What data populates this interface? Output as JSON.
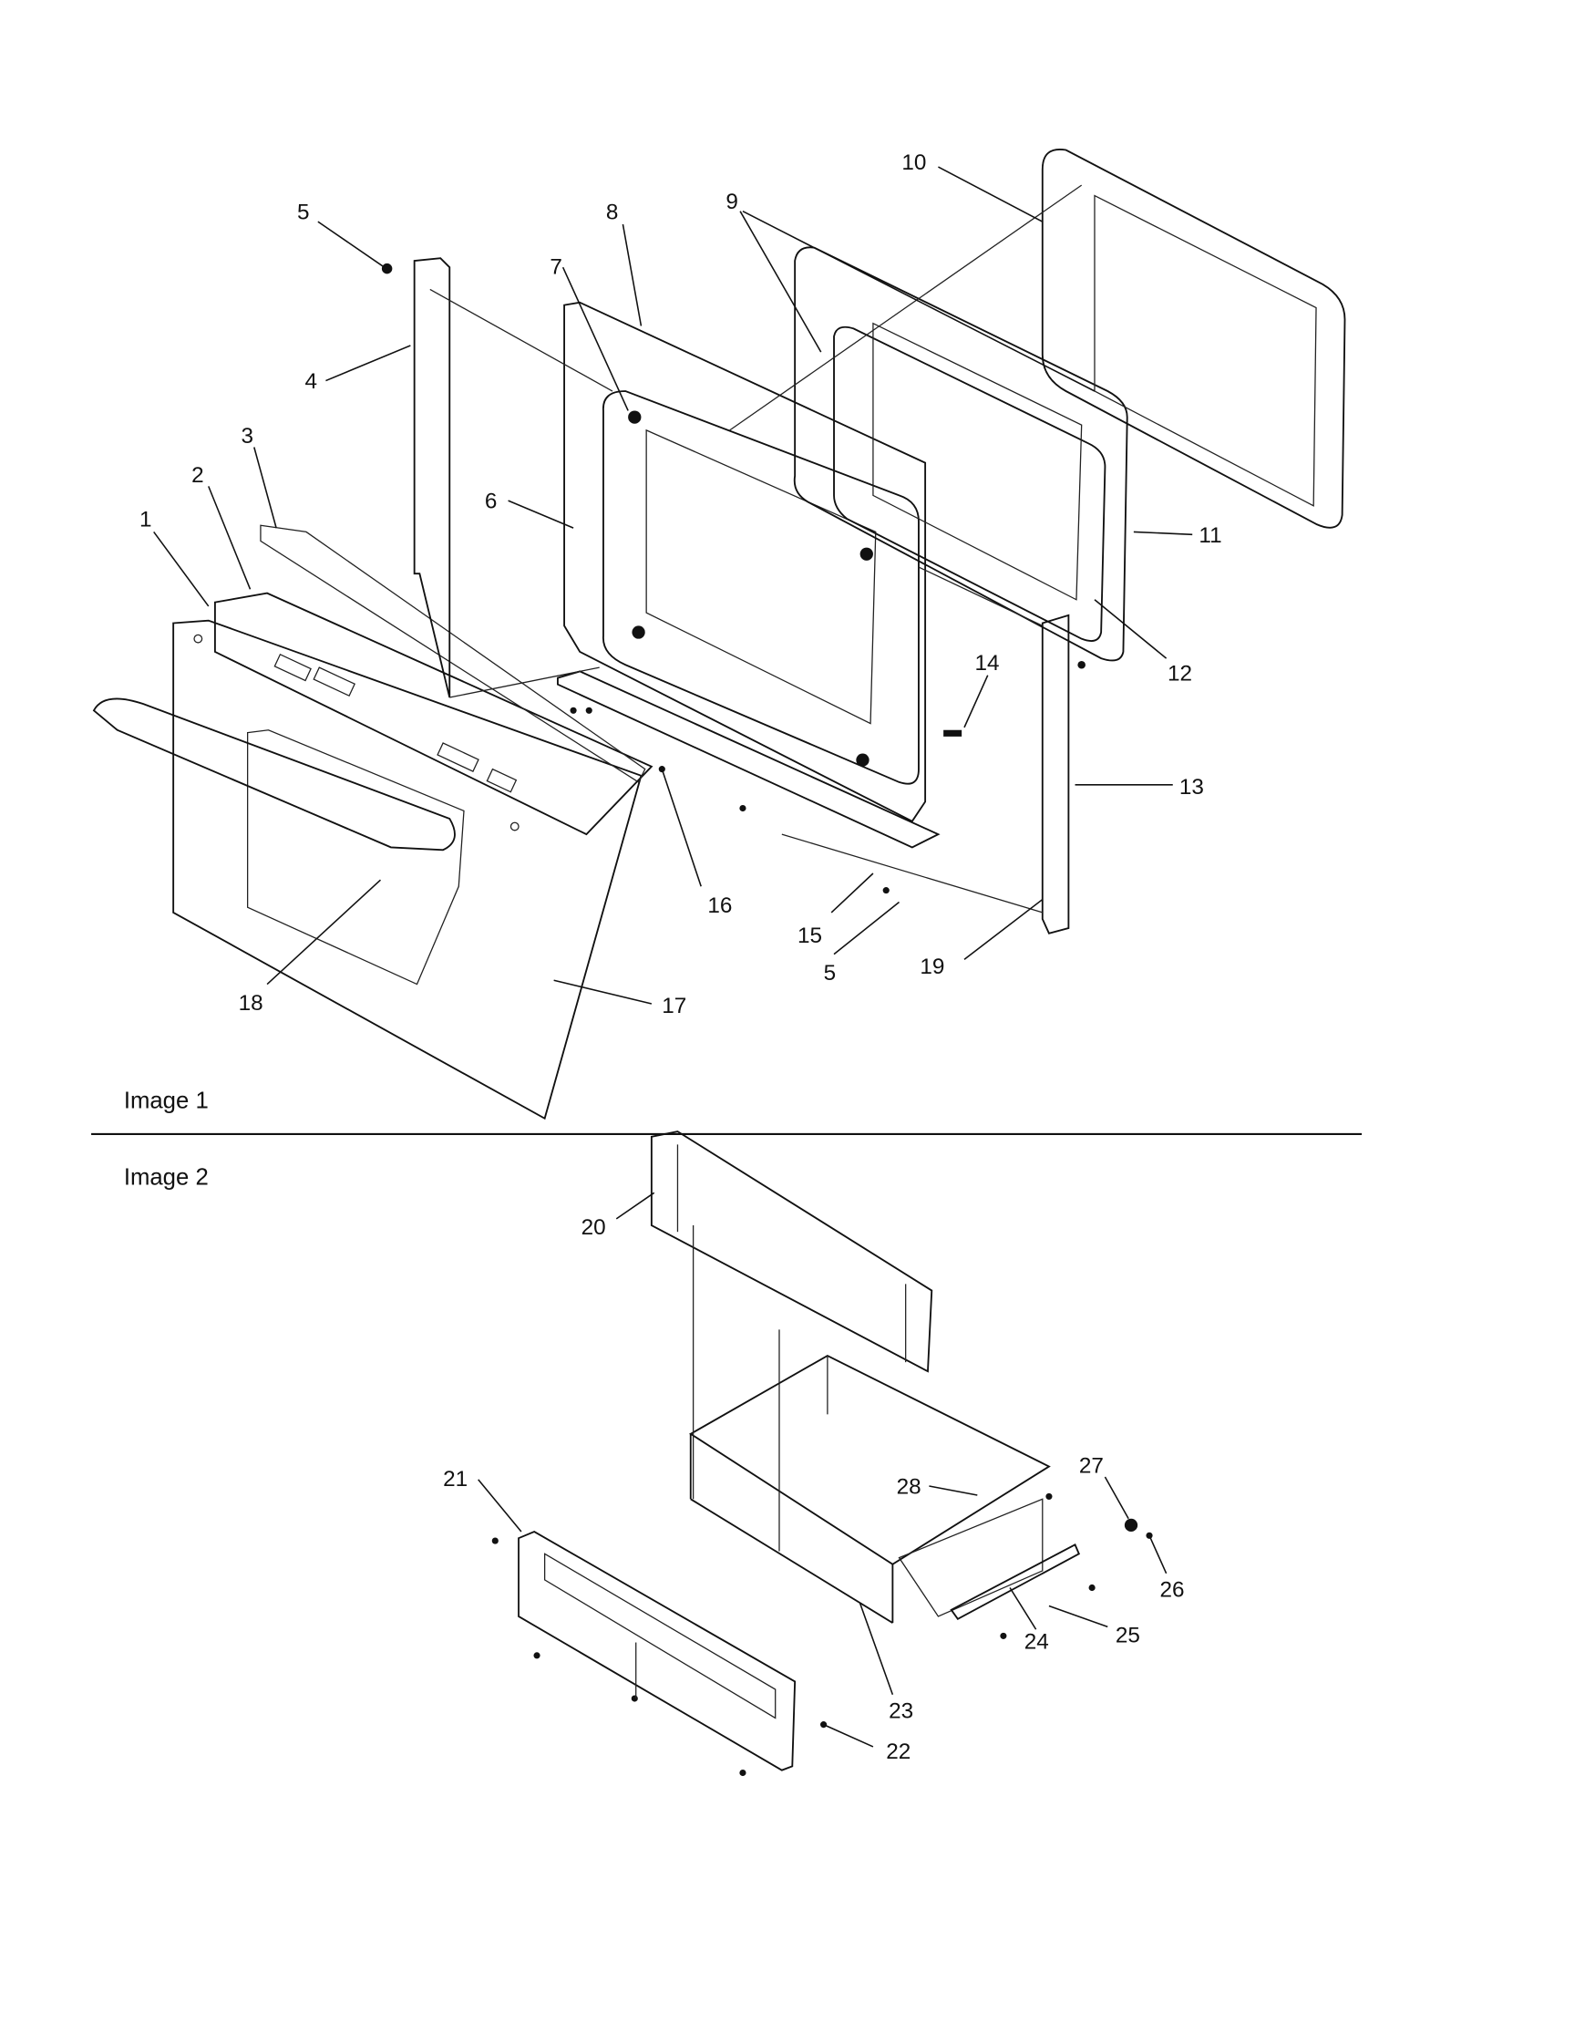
{
  "sections": {
    "image1_label": "Image 1",
    "image2_label": "Image 2"
  },
  "callouts": {
    "c1": "1",
    "c2": "2",
    "c3": "3",
    "c4": "4",
    "c5a": "5",
    "c5b": "5",
    "c6": "6",
    "c7": "7",
    "c8": "8",
    "c9": "9",
    "c10": "10",
    "c11": "11",
    "c12": "12",
    "c13": "13",
    "c14": "14",
    "c15": "15",
    "c16": "16",
    "c17": "17",
    "c18": "18",
    "c19": "19",
    "c20": "20",
    "c21": "21",
    "c22": "22",
    "c23": "23",
    "c24": "24",
    "c25": "25",
    "c26": "26",
    "c27": "27",
    "c28": "28"
  }
}
